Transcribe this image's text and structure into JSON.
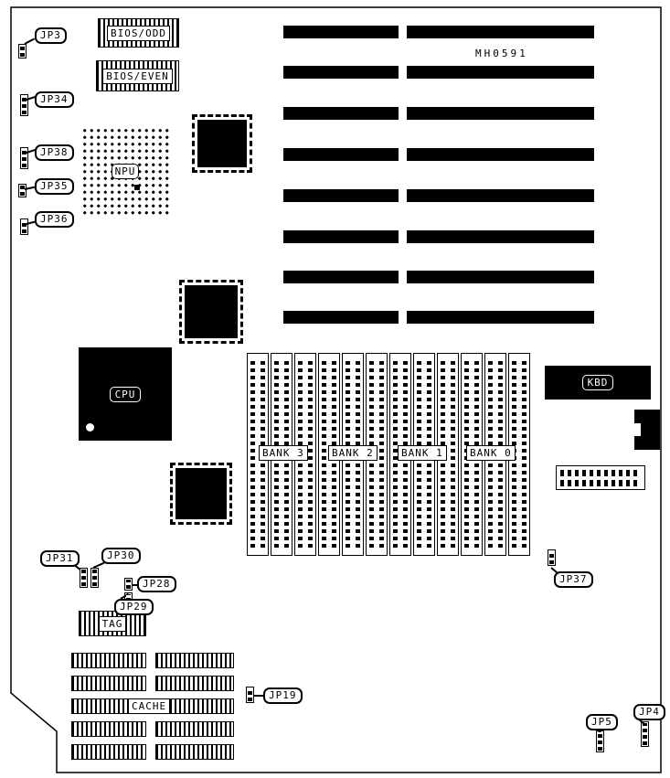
{
  "board": {
    "part_number": "MH0591"
  },
  "labels": {
    "bios_odd": "BIOS/ODD",
    "bios_even": "BIOS/EVEN",
    "npu": "NPU",
    "cpu": "CPU",
    "kbd": "KBD",
    "tag": "TAG",
    "cache": "CACHE"
  },
  "banks": {
    "bank3": "BANK 3",
    "bank2": "BANK 2",
    "bank1": "BANK 1",
    "bank0": "BANK 0"
  },
  "jumpers": {
    "jp3": "JP3",
    "jp34": "JP34",
    "jp38": "JP38",
    "jp35": "JP35",
    "jp36": "JP36",
    "jp31": "JP31",
    "jp30": "JP30",
    "jp28": "JP28",
    "jp29": "JP29",
    "jp19": "JP19",
    "jp37": "JP37",
    "jp5": "JP5",
    "jp4": "JP4"
  },
  "colors": {
    "ink": "#000000",
    "background": "#ffffff"
  }
}
